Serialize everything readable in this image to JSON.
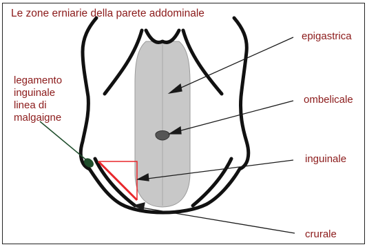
{
  "title": "Le zone erniarie della parete addominale",
  "labels": {
    "epigastrica": "epigastrica",
    "ombelicale": "ombelicale",
    "inguinale": "inguinale",
    "crurale": "crurale",
    "legamento_1": "legamento",
    "legamento_2": "inguinale",
    "legamento_3": "linea di",
    "legamento_4": "malgaigne"
  },
  "colors": {
    "label_text": "#8b1a1a",
    "outline": "#111111",
    "abdomen_fill": "#c8c8c8",
    "triangle": "#e8262a",
    "ligament": "#1e4d2b"
  }
}
